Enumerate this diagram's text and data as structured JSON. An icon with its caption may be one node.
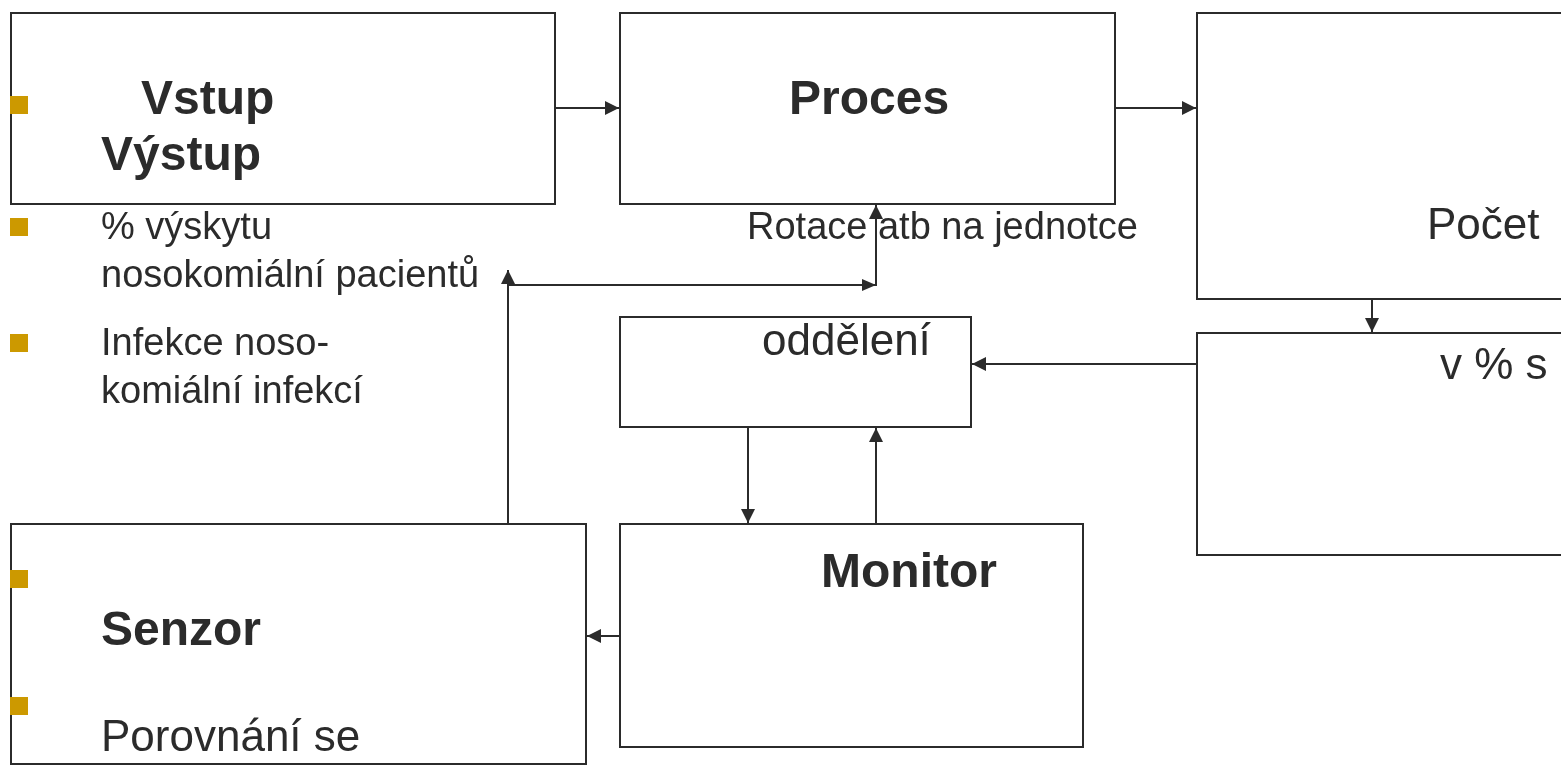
{
  "diagram": {
    "nodes": [
      {
        "text": [
          "Vstup",
          "Výstup"
        ]
      },
      {
        "text": [
          "Proces"
        ]
      },
      {
        "text": [
          "Počet"
        ]
      },
      {
        "text": [
          "v % s"
        ]
      },
      {
        "text": [
          "oddělení"
        ]
      },
      {
        "text": [
          "Monitor"
        ]
      },
      {
        "text": [
          "Senzor",
          "Porovnání se"
        ]
      }
    ],
    "edges": [
      {
        "from": 0,
        "to": 1,
        "arrow": "to"
      },
      {
        "from": 1,
        "to": 2,
        "arrow": "to"
      },
      {
        "from": 2,
        "to": 3,
        "arrow": "to"
      },
      {
        "from": 3,
        "to": 4,
        "arrow": "to"
      },
      {
        "from": 4,
        "to": 5,
        "arrow": "to"
      },
      {
        "from": 5,
        "to": 4,
        "arrow": "to"
      },
      {
        "from": 5,
        "to": 6,
        "arrow": "to"
      },
      {
        "from": 6,
        "to": null,
        "arrow": "to"
      },
      {
        "from": null,
        "to": 1,
        "arrow": "to"
      }
    ],
    "labels": [
      "% výskytu nosokomiální pacientů",
      "Infekce noso- komiální infekcí",
      "Rotace atb na jednotce"
    ]
  }
}
